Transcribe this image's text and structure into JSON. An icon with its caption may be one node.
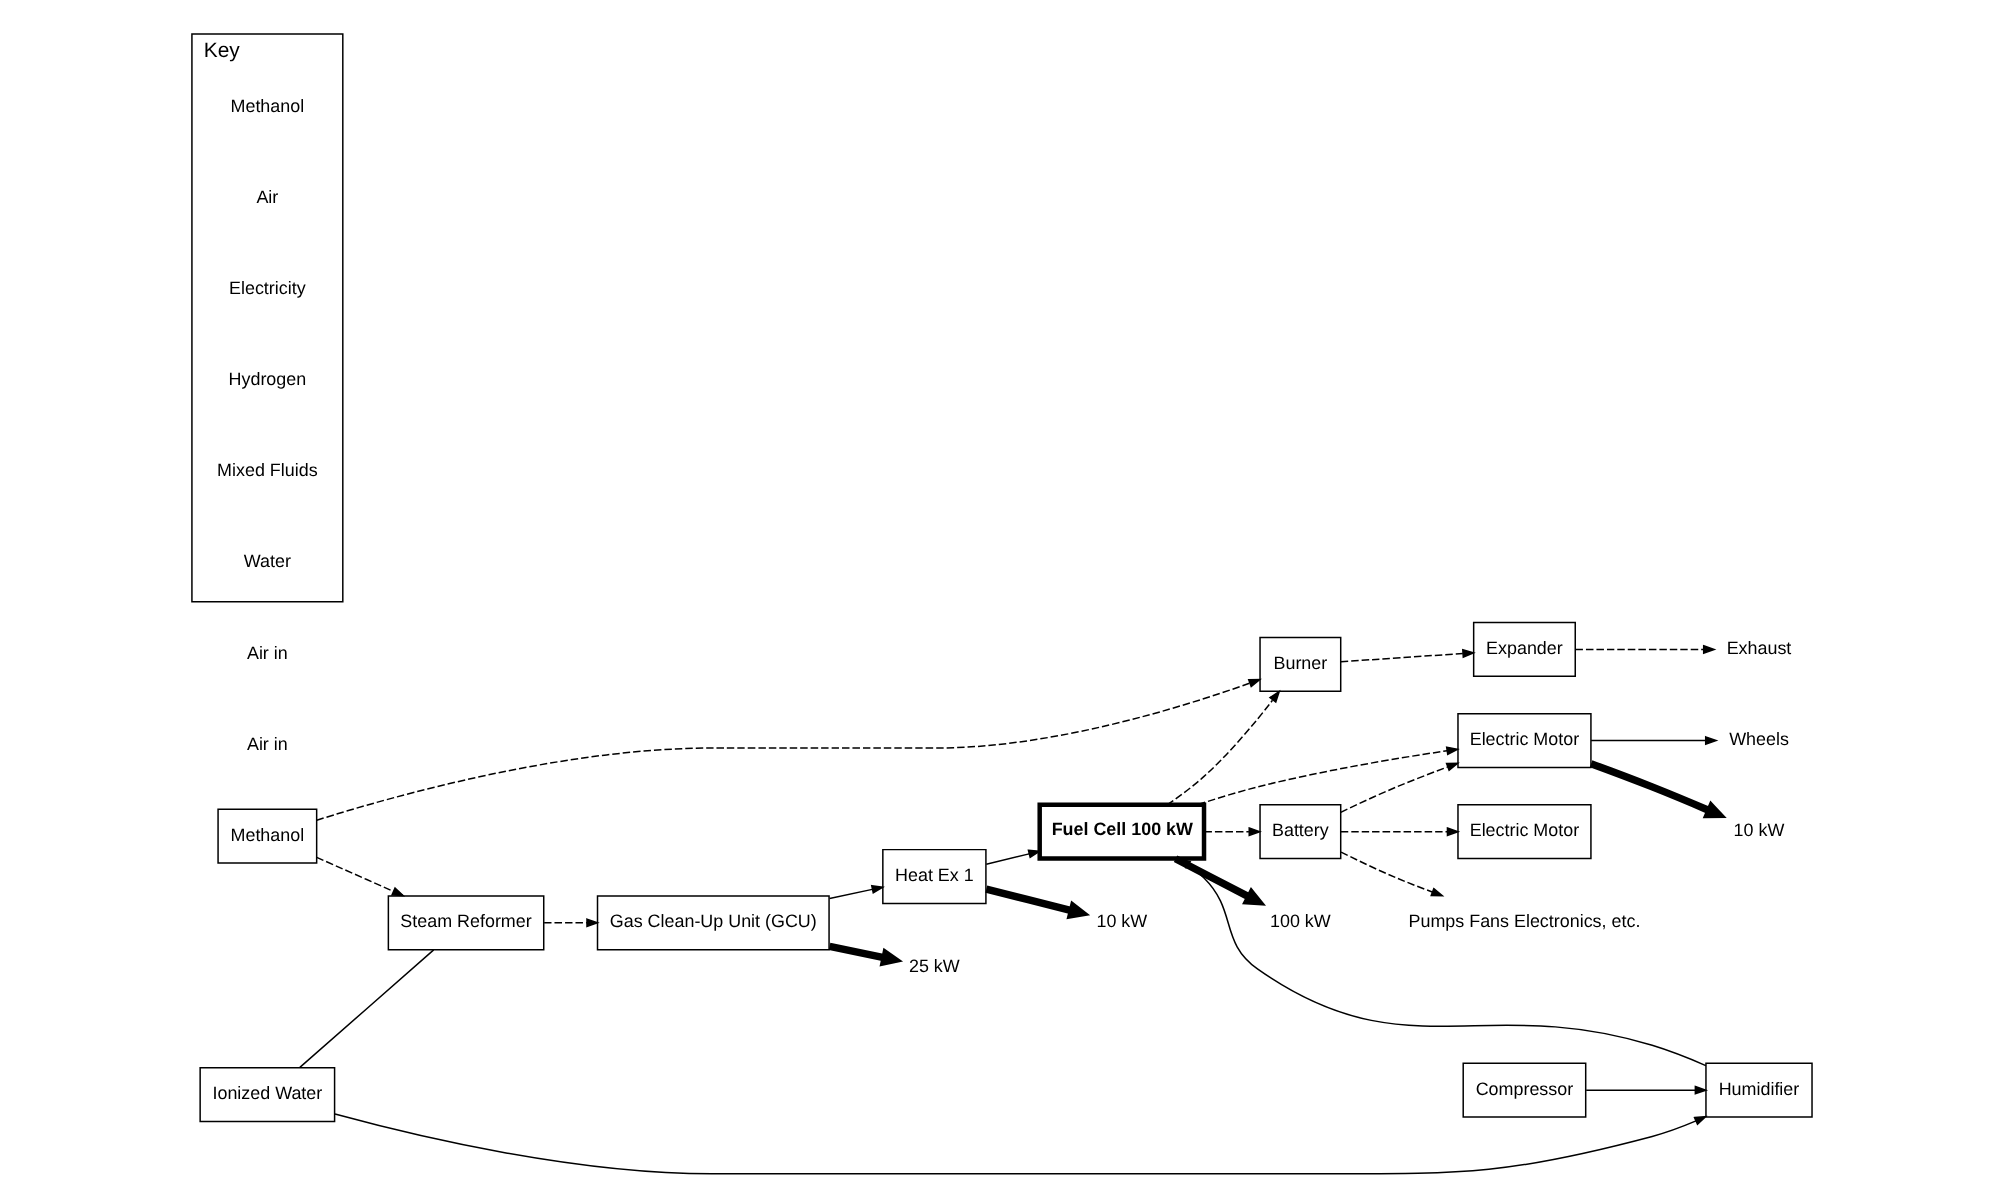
{
  "diagram": {
    "nodes": [
      {
        "text": [
          "Methanol"
        ]
      },
      {
        "text": [
          "Steam Reformer"
        ]
      },
      {
        "text": [
          "Burner"
        ]
      },
      {
        "text": [
          "Gas Clean-Up Unit (GCU)"
        ]
      },
      {
        "text": [
          "Heat Ex 1"
        ]
      },
      {
        "text": [
          "Electric Motor"
        ]
      },
      {
        "text": [
          "Wheels"
        ]
      },
      {
        "text": [
          "Fuel Cell 100 kW"
        ]
      },
      {
        "text": [
          "Battery"
        ]
      },
      {
        "text": [
          "Pumps Fans Electronics, etc."
        ]
      },
      {
        "text": [
          "Electric Motor"
        ]
      },
      {
        "text": [
          "Compressor"
        ]
      },
      {
        "text": [
          "Expander"
        ]
      },
      {
        "text": [
          "Exhaust"
        ]
      },
      {
        "text": [
          "Ionized Water"
        ]
      },
      {
        "text": [
          "Humidifier"
        ]
      },
      {
        "text": [
          "25 kW"
        ]
      },
      {
        "text": [
          "10 kW"
        ]
      },
      {
        "text": [
          "10 kW"
        ]
      },
      {
        "text": [
          "100 kW"
        ]
      },
      {
        "text": [
          "Key"
        ]
      }
    ],
    "edges": [
      {
        "from": 0,
        "to": 1,
        "arrow": "to",
        "style": "dashed"
      },
      {
        "from": 0,
        "to": 2,
        "arrow": "to",
        "style": "dashed"
      },
      {
        "from": 14,
        "to": 1,
        "arrow": "none"
      },
      {
        "from": 1,
        "to": 3,
        "arrow": "to",
        "style": "dashed"
      },
      {
        "from": 3,
        "to": 4,
        "arrow": "to"
      },
      {
        "from": 3,
        "to": 16,
        "arrow": "to",
        "style": "thick"
      },
      {
        "from": 4,
        "to": 17,
        "arrow": "to",
        "style": "thick"
      },
      {
        "from": 4,
        "to": 7,
        "arrow": "to"
      },
      {
        "from": 7,
        "to": 2,
        "arrow": "to",
        "style": "dashed"
      },
      {
        "from": 2,
        "to": 12,
        "arrow": "to",
        "style": "dashed"
      },
      {
        "from": 12,
        "to": 13,
        "arrow": "to",
        "style": "dashed"
      },
      {
        "from": 7,
        "to": 19,
        "arrow": "to",
        "style": "thick"
      },
      {
        "from": 7,
        "to": 5,
        "arrow": "to",
        "style": "dashed"
      },
      {
        "from": 7,
        "to": 8,
        "arrow": "to",
        "style": "dashed"
      },
      {
        "from": 8,
        "to": 5,
        "arrow": "to",
        "style": "dashed"
      },
      {
        "from": 5,
        "to": 18,
        "arrow": "to",
        "style": "thick"
      },
      {
        "from": 5,
        "to": 6,
        "arrow": "to"
      },
      {
        "from": 8,
        "to": 9,
        "arrow": "to",
        "style": "dashed"
      },
      {
        "from": 8,
        "to": 10,
        "arrow": "to",
        "style": "dashed"
      },
      {
        "from": 14,
        "to": 15,
        "arrow": "to"
      },
      {
        "from": 11,
        "to": 15,
        "arrow": "to"
      },
      {
        "from": 15,
        "to": 7,
        "arrow": "to"
      }
    ],
    "labels": [
      "Air in",
      "Air in"
    ],
    "legend": [
      {
        "text": "Methanol"
      },
      {
        "text": "Air"
      },
      {
        "text": "Electricity"
      },
      {
        "text": "Hydrogen"
      },
      {
        "text": "Mixed Fluids"
      },
      {
        "text": "Water"
      }
    ]
  }
}
